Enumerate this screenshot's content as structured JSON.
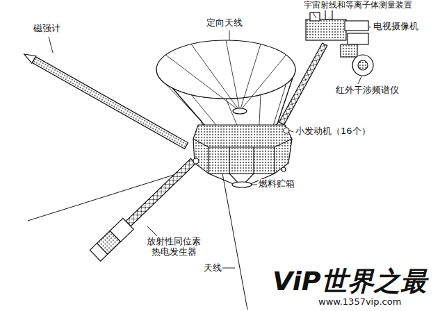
{
  "diagram": {
    "labels": [
      "宇宙射线和等离子体测量装置",
      "定向天线",
      "电视摄像机",
      "磁强计",
      "红外干涉频谱仪",
      "小发动机（16个）",
      "燃料贮箱",
      "放射性同位素 热电发生器",
      "天线",
      "ViP世界之最",
      "www.1357vip.com"
    ]
  }
}
